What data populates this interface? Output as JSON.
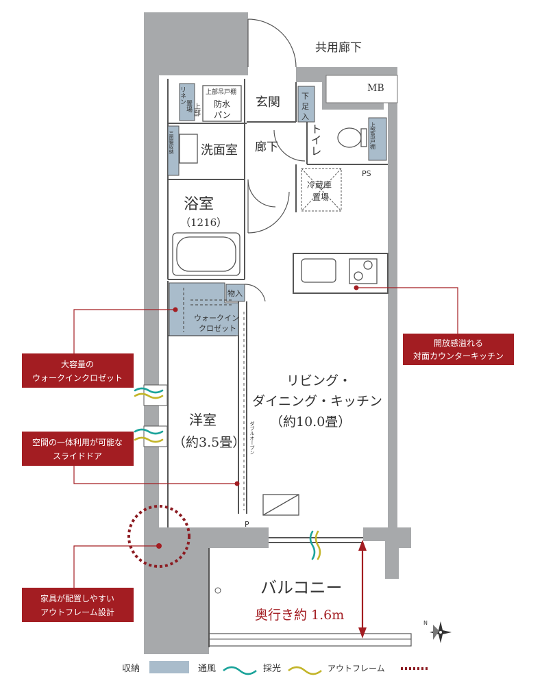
{
  "colors": {
    "wall": "#a7a9ab",
    "storage": "#a9bccb",
    "callout": "#a31d22",
    "line": "#444444",
    "ventilation": "#1aa39a",
    "daylight": "#c3b52a",
    "outframe": "#8c1c22"
  },
  "rooms": {
    "common_corridor": "共用廊下",
    "mb": "MB",
    "entrance": "玄関",
    "shoe_box_a": "下",
    "shoe_box_b": "足",
    "shoe_box_c": "入",
    "toilet": "トイレ",
    "toilet_cabinet": "上部吊戸棚",
    "linen_1": "上部",
    "linen_2": "リネン",
    "linen_3": "置場",
    "upper_cabinet": "上部吊戸棚",
    "waterproof_pan_1": "防水",
    "waterproof_pan_2": "パン",
    "washroom": "洗面室",
    "mirror_storage": "三面鏡収納",
    "hallway": "廊下",
    "ps": "PS",
    "fridge_1": "冷蔵庫",
    "fridge_2": "置場",
    "bath": "浴室",
    "bath_size": "（1216）",
    "storage_small": "物入",
    "walkin_1": "ウォークイン",
    "walkin_2": "クロゼット",
    "living_1": "リビング・",
    "living_2": "ダイニング・キッチン",
    "living_3": "（約10.0畳）",
    "western_1": "洋室",
    "western_2": "（約3.5畳）",
    "double_open": "ダブルオープン",
    "p": "P",
    "balcony": "バルコニー",
    "balcony_depth": "奥行き約 1.6m"
  },
  "callouts": {
    "walkin": [
      "大容量の",
      "ウォークインクロゼット"
    ],
    "slide_door": [
      "空間の一体利用が可能な",
      "スライドドア"
    ],
    "out_frame": [
      "家具が配置しやすい",
      "アウトフレーム設計"
    ],
    "kitchen": [
      "開放感溢れる",
      "対面カウンターキッチン"
    ]
  },
  "legend": {
    "storage": "収納",
    "ventilation": "通風",
    "daylight": "採光",
    "out_frame": "アウトフレーム"
  },
  "compass": "N"
}
